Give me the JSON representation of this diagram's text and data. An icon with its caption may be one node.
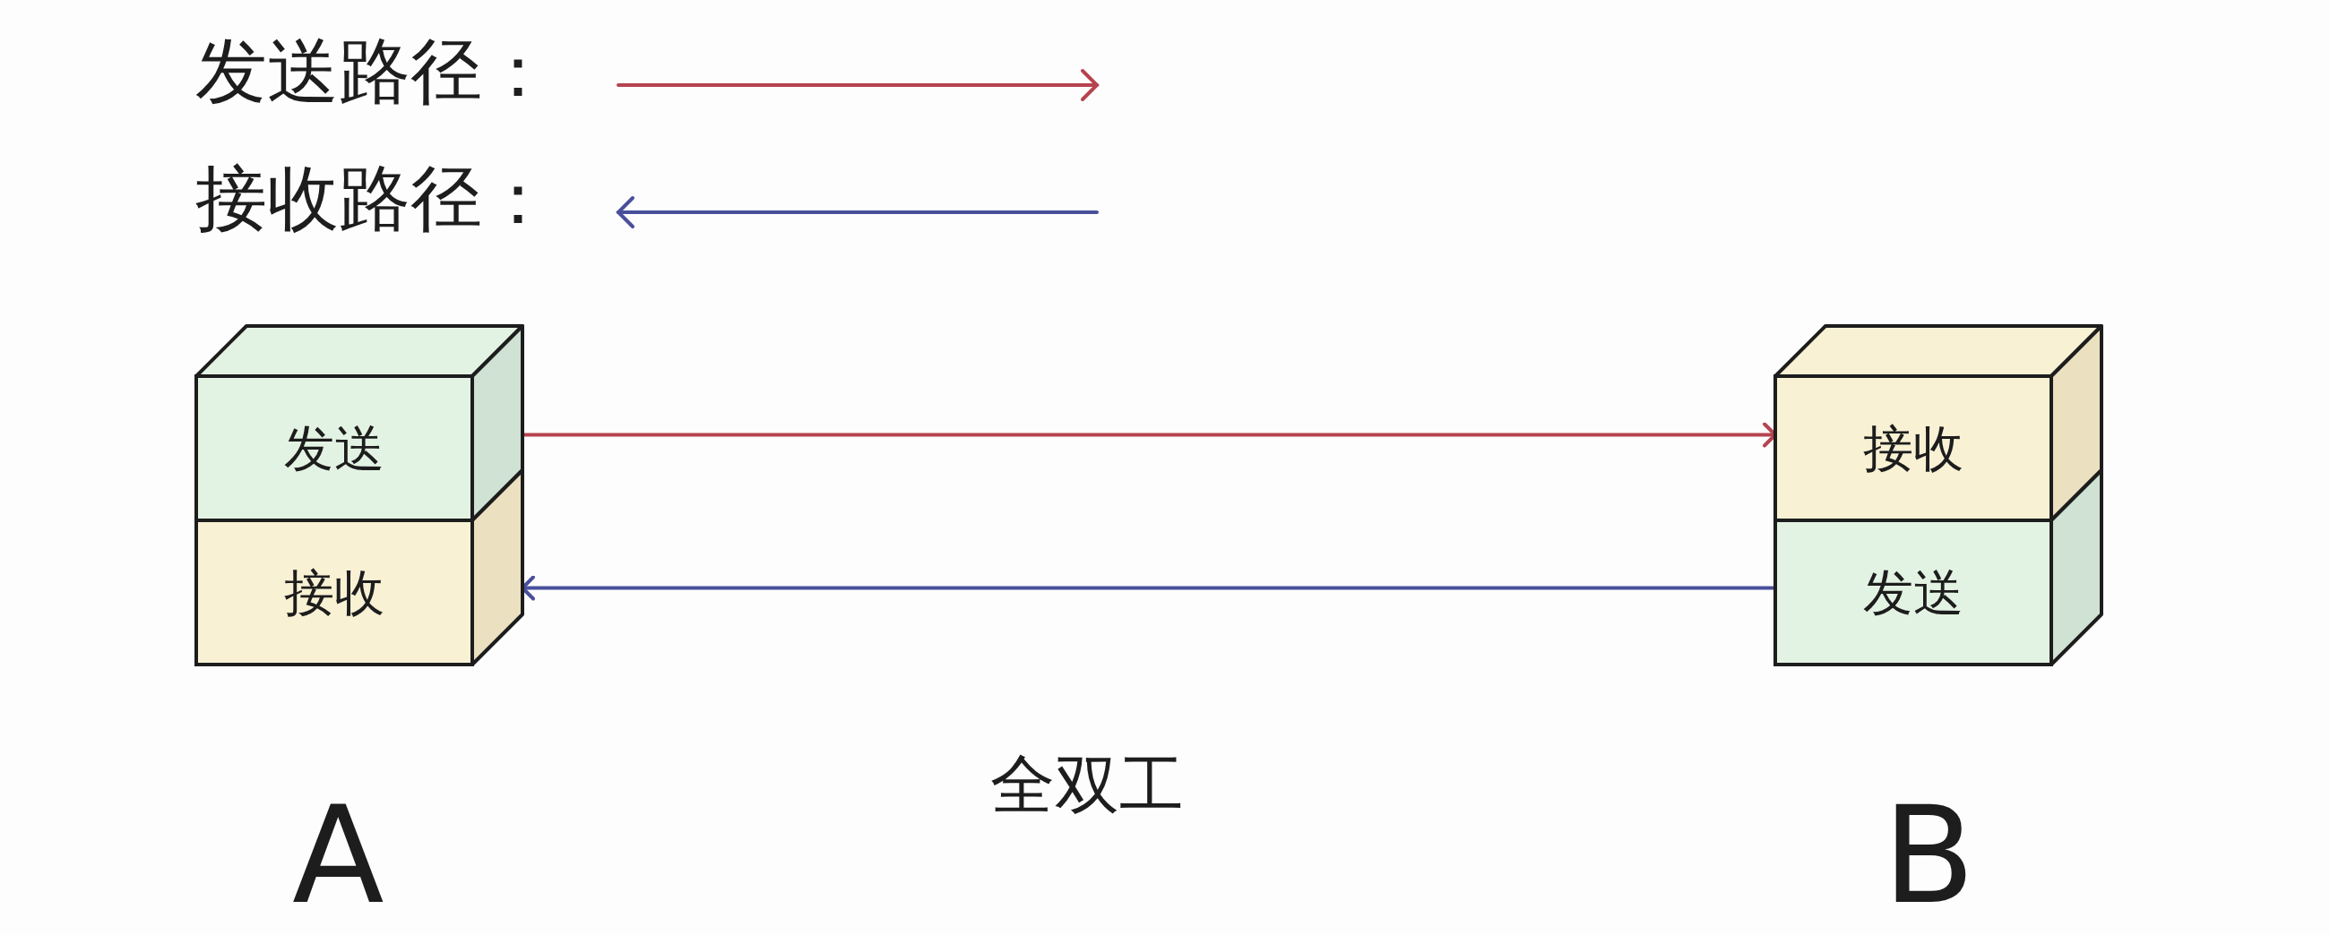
{
  "diagram": {
    "nodes": [
      {
        "text": [
          "发送"
        ]
      },
      {
        "text": [
          "接收"
        ]
      },
      {
        "text": [
          "接收"
        ]
      },
      {
        "text": [
          "发送"
        ]
      }
    ],
    "edges": [
      {
        "from": 0,
        "to": 2,
        "arrow": "to",
        "color": "#b5434f"
      },
      {
        "from": 3,
        "to": 1,
        "arrow": "to",
        "color": "#4a4f9c"
      }
    ],
    "labels": [
      "A",
      "全双工",
      "B"
    ],
    "legend": [
      {
        "text": "发送路径："
      },
      {
        "text": "接收路径："
      }
    ]
  }
}
